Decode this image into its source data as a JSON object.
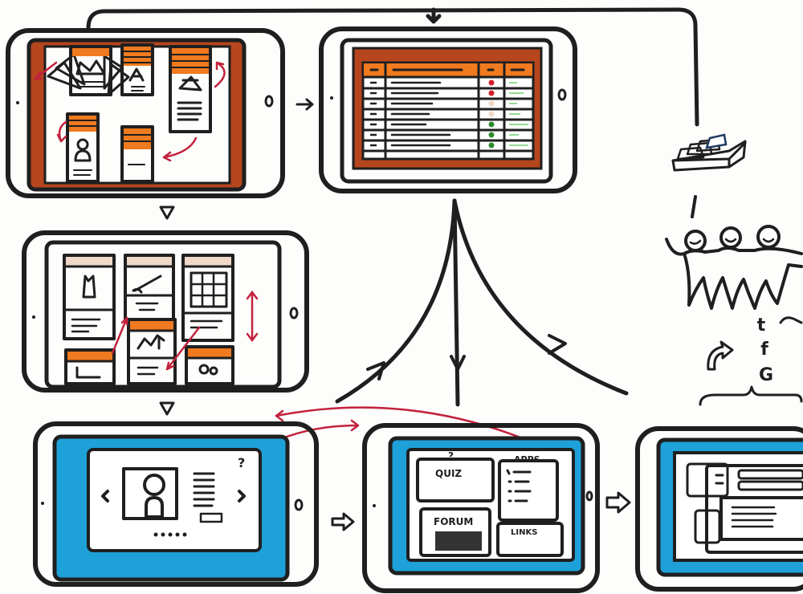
{
  "title": "Hand-drawn tablet app wireframe flow",
  "colors": {
    "ink": "#1f1f1f",
    "rust": "#b5461d",
    "orange": "#f07a1f",
    "blue": "#1ea0d8",
    "red_arrow": "#c2223c",
    "green": "#2e8b2e",
    "red_dot": "#d4202a",
    "peach": "#f0d8c8"
  },
  "screens": [
    {
      "id": "card-board",
      "description": "Rust-framed board with draggable orange-header cards"
    },
    {
      "id": "data-table",
      "description": "Table with orange header row and status dots (red, peach, green)",
      "status_dots": [
        "red",
        "red",
        "peach",
        "peach",
        "green",
        "green",
        "green"
      ]
    },
    {
      "id": "tile-grid",
      "description": "Grid of six tiles with vertical scroll arrow"
    },
    {
      "id": "profile-carousel",
      "description": "Blue-framed profile card carousel",
      "pager_dots": 5
    },
    {
      "id": "dashboard",
      "description": "Blue-framed dashboard with four panels"
    },
    {
      "id": "detail-overlay",
      "description": "Blue-framed stacked dialogs"
    }
  ],
  "dashboard": {
    "quiz_label": "QUIZ",
    "quiz_mark": "?",
    "apps_label": "APPS",
    "forum_label": "FORUM",
    "links_label": "LINKS"
  },
  "social": {
    "icons": [
      "twitter-t",
      "facebook-f",
      "google-g"
    ],
    "t": "t",
    "f": "f",
    "g": "G"
  },
  "people_count": 3
}
